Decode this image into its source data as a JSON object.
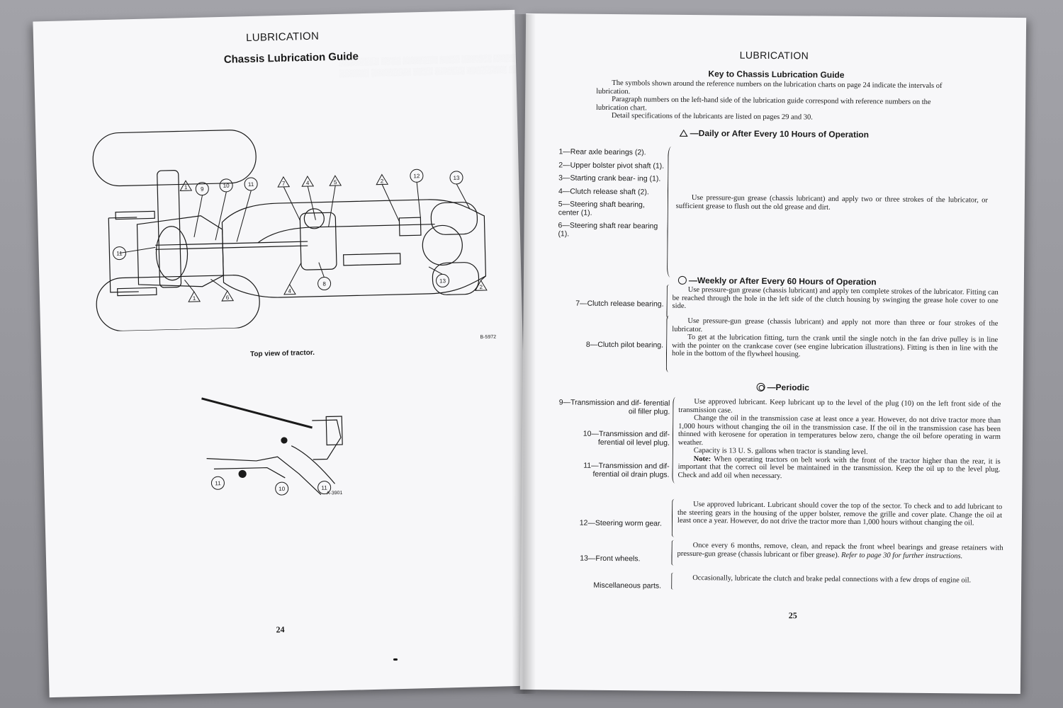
{
  "left_page": {
    "section": "LUBRICATION",
    "title": "Chassis Lubrication Guide",
    "caption": "Top view of tractor.",
    "figure_code_top": "B-5972",
    "figure_code_bottom": "A-3901",
    "callouts": [
      "1",
      "1",
      "2",
      "2",
      "4",
      "4",
      "5",
      "6",
      "7",
      "8",
      "9",
      "10",
      "10",
      "11",
      "11",
      "11",
      "12",
      "13",
      "13"
    ],
    "page_number": "24"
  },
  "right_page": {
    "section": "LUBRICATION",
    "title": "Key to Chassis Lubrication Guide",
    "intro": [
      "The symbols shown around the reference numbers on the lubrication charts on page 24 indicate the intervals of lubrication.",
      "Paragraph numbers on the left-hand side of the lubrication guide correspond with reference numbers on the lubrication chart.",
      "Detail specifications of the lubricants are listed on pages 29 and 30."
    ],
    "daily": {
      "heading": "—Daily or After Every 10 Hours of Operation",
      "items": [
        "1—Rear axle bearings (2).",
        "2—Upper bolster pivot shaft (1).",
        "3—Starting crank bear- ing (1).",
        "4—Clutch release shaft (2).",
        "5—Steering shaft bearing, center (1).",
        "6—Steering shaft rear bearing (1)."
      ],
      "description": "Use pressure-gun grease (chassis lubricant) and apply two or three strokes of the lubricator, or sufficient grease to flush out the old grease and dirt."
    },
    "weekly": {
      "heading": "—Weekly or After Every 60 Hours of Operation",
      "item7_label": "7—Clutch release bearing.",
      "item7_desc": "Use pressure-gun grease (chassis lubricant) and apply ten complete strokes of the lubricator. Fitting can be reached through the hole in the left side of the clutch housing by swinging the grease hole cover to one side.",
      "item8_label": "8—Clutch pilot bearing.",
      "item8_desc_1": "Use pressure-gun grease (chassis lubricant) and apply not more than three or four strokes of the lubricator.",
      "item8_desc_2": "To get at the lubrication fitting, turn the crank until the single notch in the fan drive pulley is in line with the pointer on the crankcase cover (see engine lubrication illustrations). Fitting is then in line with the hole in the bottom of the flywheel housing."
    },
    "periodic": {
      "heading": "—Periodic",
      "item9_label": "9—Transmission and dif- ferential oil filler plug.",
      "item10_label": "10—Transmission and dif- ferential oil level plug.",
      "item11_label": "11—Transmission and dif- ferential oil drain plugs.",
      "trans_desc": [
        "Use approved lubricant. Keep lubricant up to the level of the plug (10) on the left front side of the transmission case.",
        "Change the oil in the transmission case at least once a year. However, do not drive tractor more than 1,000 hours without changing the oil in the transmission case. If the oil in the transmission case has been thinned with kerosene for operation in temperatures below zero, change the oil before operating in warm weather.",
        "Capacity is 13 U. S. gallons when tractor is standing level."
      ],
      "note_label": "Note:",
      "note_text": " When operating tractors on belt work with the front of the tractor higher than the rear, it is important that the correct oil level be maintained in the transmission. Keep the oil up to the level plug. Check and add oil when necessary.",
      "item12_label": "12—Steering worm gear.",
      "item12_desc": "Use approved lubricant. Lubricant should cover the top of the sector. To check and to add lubricant to the steering gears in the housing of the upper bolster, remove the grille and cover plate. Change the oil at least once a year. However, do not drive the tractor more than 1,000 hours without changing the oil.",
      "item13_label": "13—Front wheels.",
      "item13_desc": "Once every 6 months, remove, clean, and repack the front wheel bearings and grease retainers with pressure-gun grease (chassis lubricant or fiber grease).",
      "item13_refer": "Refer to page 30 for further instructions.",
      "misc_label": "Miscellaneous parts.",
      "misc_desc": "Occasionally, lubricate the clutch and brake pedal connections with a few drops of engine oil."
    },
    "page_number": "25"
  }
}
